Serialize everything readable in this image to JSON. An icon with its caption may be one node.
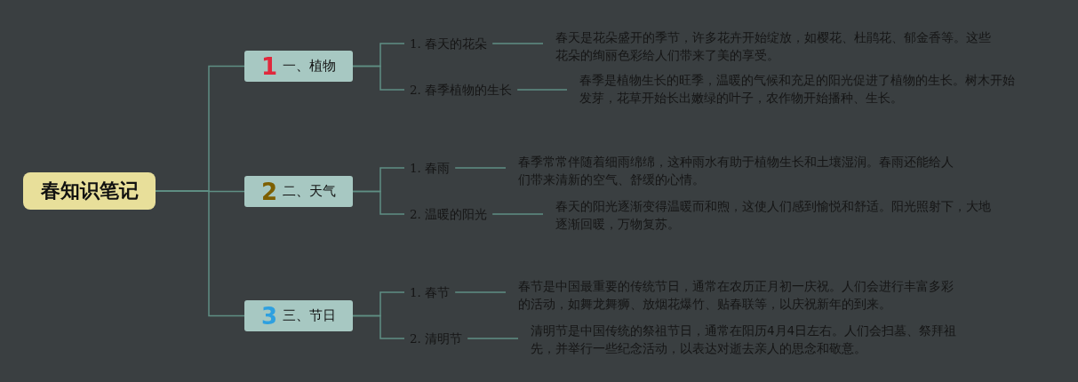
{
  "diagram": {
    "nodes": [
      {
        "text": [
          "春知识笔记"
        ]
      },
      {
        "text": [
          "1",
          "一、植物"
        ]
      },
      {
        "text": [
          "1. 春天的花朵"
        ]
      },
      {
        "text": [
          "春天是花朵盛开的季节，许多花卉开始绽放，如樱花、杜鹃花、郁金香等。这些花朵的绚丽色彩给人们带来了美的享受。"
        ]
      },
      {
        "text": [
          "2. 春季植物的生长"
        ]
      },
      {
        "text": [
          "春季是植物生长的旺季，温暖的气候和充足的阳光促进了植物的生长。树木开始发芽，花草开始长出嫩绿的叶子，农作物开始播种、生长。"
        ]
      },
      {
        "text": [
          "2",
          "二、天气"
        ]
      },
      {
        "text": [
          "1. 春雨"
        ]
      },
      {
        "text": [
          "春季常常伴随着细雨绵绵，这种雨水有助于植物生长和土壤湿润。春雨还能给人们带来清新的空气、舒缓的心情。"
        ]
      },
      {
        "text": [
          "2. 温暖的阳光"
        ]
      },
      {
        "text": [
          "春天的阳光逐渐变得温暖而和煦，这使人们感到愉悦和舒适。阳光照射下，大地逐渐回暖，万物复苏。"
        ]
      },
      {
        "text": [
          "3",
          "三、节日"
        ]
      },
      {
        "text": [
          "1. 春节"
        ]
      },
      {
        "text": [
          "春节是中国最重要的传统节日，通常在农历正月初一庆祝。人们会进行丰富多彩的活动，如舞龙舞狮、放烟花爆竹、贴春联等，以庆祝新年的到来。"
        ]
      },
      {
        "text": [
          "2. 清明节"
        ]
      },
      {
        "text": [
          "清明节是中国传统的祭祖节日，通常在阳历4月4日左右。人们会扫墓、祭拜祖先，并举行一些纪念活动，以表达对逝去亲人的思念和敬意。"
        ]
      }
    ],
    "edges": [
      {
        "from": 0,
        "to": 1,
        "arrow": "none"
      },
      {
        "from": 0,
        "to": 6,
        "arrow": "none"
      },
      {
        "from": 0,
        "to": 11,
        "arrow": "none"
      },
      {
        "from": 1,
        "to": 2,
        "arrow": "none"
      },
      {
        "from": 1,
        "to": 4,
        "arrow": "none"
      },
      {
        "from": 6,
        "to": 7,
        "arrow": "none"
      },
      {
        "from": 6,
        "to": 9,
        "arrow": "none"
      },
      {
        "from": 11,
        "to": 12,
        "arrow": "none"
      },
      {
        "from": 11,
        "to": 14,
        "arrow": "none"
      },
      {
        "from": 2,
        "to": 3,
        "arrow": "none"
      },
      {
        "from": 4,
        "to": 5,
        "arrow": "none"
      },
      {
        "from": 7,
        "to": 8,
        "arrow": "none"
      },
      {
        "from": 9,
        "to": 10,
        "arrow": "none"
      },
      {
        "from": 12,
        "to": 13,
        "arrow": "none"
      },
      {
        "from": 14,
        "to": 15,
        "arrow": "none"
      }
    ]
  }
}
